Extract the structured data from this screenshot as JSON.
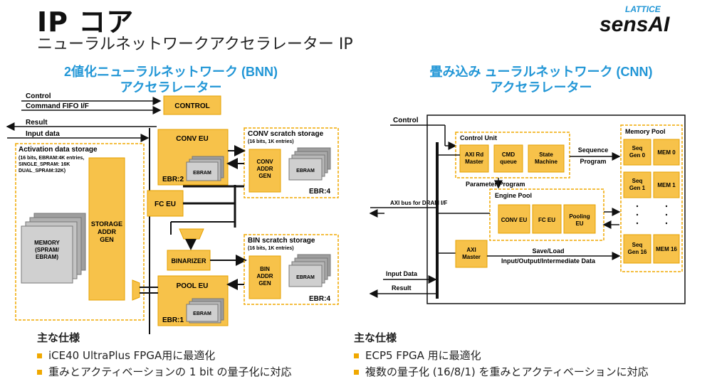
{
  "header": {
    "title": "IP コア",
    "subtitle": "ニューラルネットワークアクセラレーター IP",
    "logo_top": "LATTICE",
    "logo_main": "sensAI"
  },
  "colors": {
    "accent": "#2196d6",
    "block_fill": "#f7c24a",
    "dashed": "#f0a800",
    "gray": "#bdbdbd"
  },
  "bnn": {
    "title_line1": "2値化ニューラルネットワーク (BNN)",
    "title_line2": "アクセラレーター",
    "control": "Control",
    "command_fifo": "Command FIFO I/F",
    "control_block": "CONTROL",
    "result": "Result",
    "input_data": "Input data",
    "activation_title": "Activation data storage",
    "activation_lines": [
      "(16 bits, EBRAM:4K entries,",
      "SINGLE_SPRAM: 16K",
      "DUAL_SPRAM:32K)"
    ],
    "memory_label": [
      "MEMORY",
      "(SPRAM/",
      "EBRAM)"
    ],
    "storage_label": [
      "STORAGE",
      "ADDR",
      "GEN"
    ],
    "conv_eu": "CONV EU",
    "ebram": "EBRAM",
    "ebr2": "EBR:2",
    "conv_scratch_title": "CONV scratch storage",
    "conv_scratch_sub": "(16 bits, 1K entries)",
    "conv_addr_gen": [
      "CONV",
      "ADDR",
      "GEN"
    ],
    "ebr4a": "EBR:4",
    "fc_eu": "FC EU",
    "binarizer": "BINARIZER",
    "bin_scratch_title": "BIN scratch storage",
    "bin_scratch_sub": "(16 bits, 1K entries)",
    "bin_addr_gen": [
      "BIN",
      "ADDR",
      "GEN"
    ],
    "ebr4b": "EBR:4",
    "pool_eu": "POOL EU",
    "ebr1": "EBR:1"
  },
  "cnn": {
    "title_line1": "畳み込み ューラルネットワーク (CNN)",
    "title_line2": "アクセラレーター",
    "control": "Control",
    "control_unit": "Control Unit",
    "axi_rd_master": [
      "AXI Rd",
      "Master"
    ],
    "cmd_queue": [
      "CMD",
      "queue"
    ],
    "state_machine": [
      "State",
      "Machine"
    ],
    "sequence_program": [
      "Sequence",
      "Program"
    ],
    "parameter_program": "Parameter Program",
    "engine_pool": "Engine Pool",
    "conv_eu": "CONV EU",
    "fc_eu": "FC EU",
    "pooling_eu": [
      "Pooling",
      "EU"
    ],
    "axi_bus": "AXI bus for DRAM I/F",
    "axi_master": [
      "AXI",
      "Master"
    ],
    "save_load": "Save/Load",
    "io_inter": "Input/Output/Intermediate Data",
    "input_data": "Input Data",
    "result": "Result",
    "memory_pool": "Memory Pool",
    "seq_gen0": [
      "Seq",
      "Gen 0"
    ],
    "seq_gen1": [
      "Seq",
      "Gen 1"
    ],
    "seq_gen16": [
      "Seq",
      "Gen 16"
    ],
    "mem0": "MEM 0",
    "mem1": "MEM 1",
    "mem16": "MEM 16"
  },
  "features": {
    "left_head": "主な仕様",
    "left_items": [
      "iCE40 UltraPlus FPGA用に最適化",
      "重みとアクティベーションの 1 bit の量子化に対応"
    ],
    "right_head": "主な仕様",
    "right_items": [
      "ECP5 FPGA 用に最適化",
      "複数の量子化 (16/8/1) を重みとアクティベーションに対応"
    ]
  }
}
